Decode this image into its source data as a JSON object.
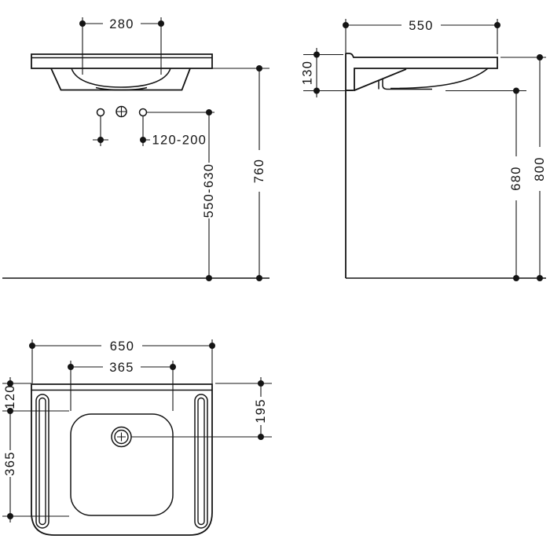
{
  "drawing": {
    "background_color": "#ffffff",
    "line_color": "#141414"
  },
  "front_view": {
    "tap_hole_spacing": "280",
    "drain_offset_range": "120-200",
    "basin_height_range": "550-630",
    "fixing_height": "760"
  },
  "side_view": {
    "depth": "550",
    "front_apron_height": "130",
    "underside_clearance": "680",
    "rim_height": "800"
  },
  "plan_view": {
    "overall_width": "650",
    "bowl_width": "365",
    "rim_to_bowl_depth": "120",
    "bowl_length": "365",
    "drain_setback": "195"
  }
}
